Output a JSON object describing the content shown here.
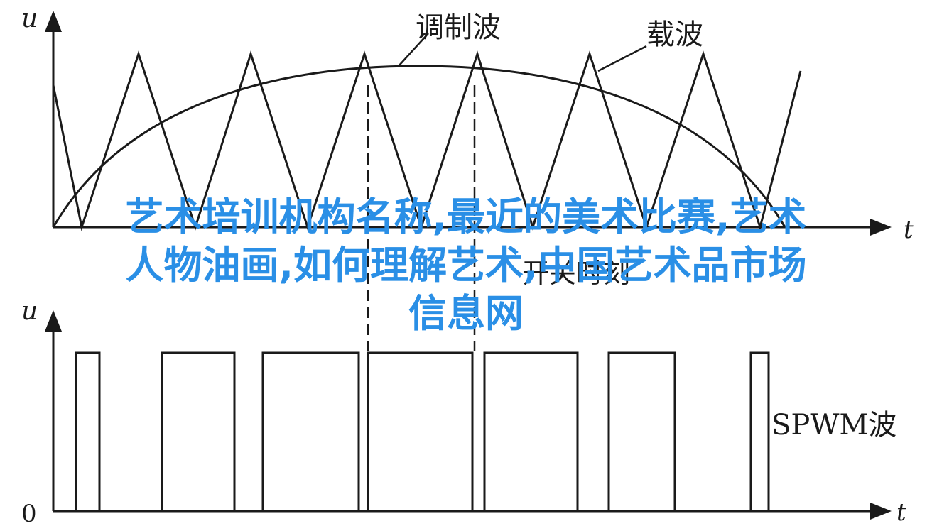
{
  "labels": {
    "u_top": "u",
    "t_top": "t",
    "u_bottom": "u",
    "t_bottom": "t",
    "zero": "0",
    "modulating_wave": "调制波",
    "carrier_wave": "载波",
    "time_compare": "开关时刻",
    "spwm_wave": "SPWM波"
  },
  "overlay": {
    "line1": "艺术培训机构名称,最近的美术比赛,艺术",
    "line2": "人物油画,如何理解艺术,中国艺术品市场",
    "line3": "信息网"
  },
  "colors": {
    "line": "#1a1a1a",
    "overlay_text": "#2a8fe6"
  }
}
